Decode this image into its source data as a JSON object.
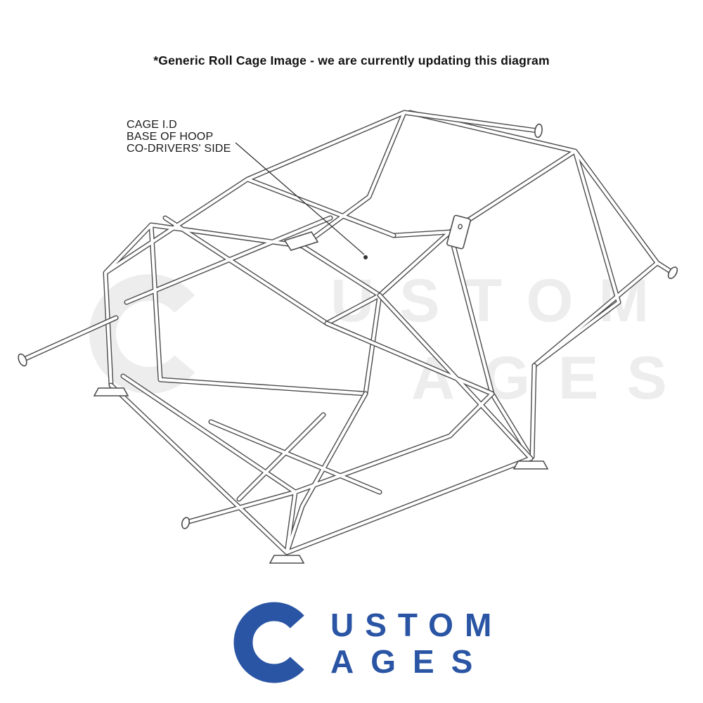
{
  "header": {
    "note": "*Generic Roll Cage Image - we are currently updating this diagram"
  },
  "annotation": {
    "lines": [
      "CAGE I.D",
      "BASE OF HOOP",
      "CO-DRIVERS' SIDE"
    ]
  },
  "watermark": {
    "big_letter": "C",
    "word1": "USTOM",
    "word2": "AGES",
    "color": "#ededed"
  },
  "diagram": {
    "name": "generic-roll-cage-wireframe",
    "stroke_color": "#4c4c4c"
  },
  "logo": {
    "big_letter": "C",
    "word1": "USTOM",
    "word2": "AGES",
    "color": "#2a55a4"
  }
}
